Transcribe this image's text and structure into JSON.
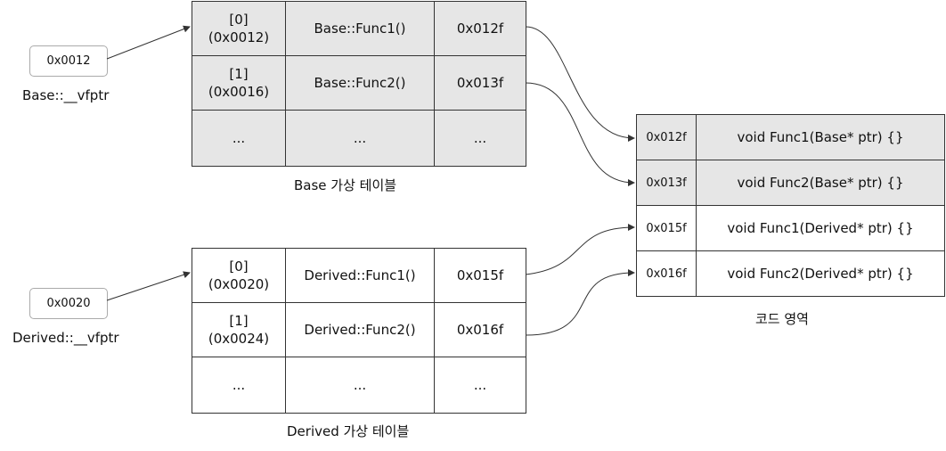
{
  "base": {
    "pointer_value": "0x0012",
    "pointer_label": "Base::__vfptr",
    "table_caption": "Base 가상 테이블",
    "rows": [
      {
        "index": "[0]",
        "offset": "(0x0012)",
        "func": "Base::Func1()",
        "addr": "0x012f"
      },
      {
        "index": "[1]",
        "offset": "(0x0016)",
        "func": "Base::Func2()",
        "addr": "0x013f"
      },
      {
        "index": "...",
        "offset": "",
        "func": "...",
        "addr": "..."
      }
    ]
  },
  "derived": {
    "pointer_value": "0x0020",
    "pointer_label": "Derived::__vfptr",
    "table_caption": "Derived 가상 테이블",
    "rows": [
      {
        "index": "[0]",
        "offset": "(0x0020)",
        "func": "Derived::Func1()",
        "addr": "0x015f"
      },
      {
        "index": "[1]",
        "offset": "(0x0024)",
        "func": "Derived::Func2()",
        "addr": "0x016f"
      },
      {
        "index": "...",
        "offset": "",
        "func": "...",
        "addr": "..."
      }
    ]
  },
  "code": {
    "caption": "코드 영역",
    "rows": [
      {
        "addr": "0x012f",
        "func": "void Func1(Base* ptr) {}"
      },
      {
        "addr": "0x013f",
        "func": "void Func2(Base* ptr) {}"
      },
      {
        "addr": "0x015f",
        "func": "void Func1(Derived* ptr) {}"
      },
      {
        "addr": "0x016f",
        "func": "void Func2(Derived* ptr) {}"
      }
    ]
  },
  "colors": {
    "gray_fill": "#e6e6e6",
    "line": "#333333"
  }
}
